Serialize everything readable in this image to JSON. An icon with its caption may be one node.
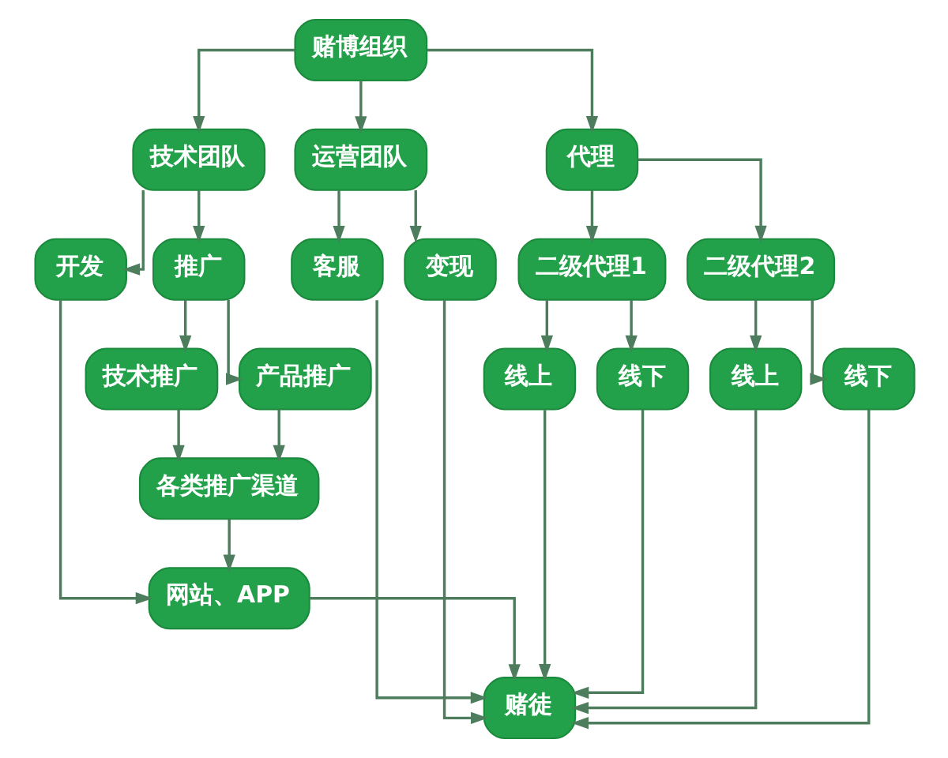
{
  "diagram": {
    "nodes": [
      {
        "text": [
          "赌博组织"
        ]
      },
      {
        "text": [
          "技术团队"
        ]
      },
      {
        "text": [
          "运营团队"
        ]
      },
      {
        "text": [
          "代理"
        ]
      },
      {
        "text": [
          "开发"
        ]
      },
      {
        "text": [
          "推广"
        ]
      },
      {
        "text": [
          "客服"
        ]
      },
      {
        "text": [
          "变现"
        ]
      },
      {
        "text": [
          "二级代理1"
        ]
      },
      {
        "text": [
          "二级代理2"
        ]
      },
      {
        "text": [
          "技术推广"
        ]
      },
      {
        "text": [
          "产品推广"
        ]
      },
      {
        "text": [
          "线上"
        ]
      },
      {
        "text": [
          "线下"
        ]
      },
      {
        "text": [
          "线上"
        ]
      },
      {
        "text": [
          "线下"
        ]
      },
      {
        "text": [
          "各类推广渠道"
        ]
      },
      {
        "text": [
          "网站、APP"
        ]
      },
      {
        "text": [
          "赌徒"
        ]
      }
    ],
    "edges": [
      {
        "from": 0,
        "to": 1,
        "arrow": "to"
      },
      {
        "from": 0,
        "to": 2,
        "arrow": "to"
      },
      {
        "from": 0,
        "to": 3,
        "arrow": "to"
      },
      {
        "from": 1,
        "to": 4,
        "arrow": "to"
      },
      {
        "from": 1,
        "to": 5,
        "arrow": "to"
      },
      {
        "from": 2,
        "to": 6,
        "arrow": "to"
      },
      {
        "from": 2,
        "to": 7,
        "arrow": "to"
      },
      {
        "from": 3,
        "to": 8,
        "arrow": "to"
      },
      {
        "from": 3,
        "to": 9,
        "arrow": "to"
      },
      {
        "from": 5,
        "to": 10,
        "arrow": "to"
      },
      {
        "from": 5,
        "to": 11,
        "arrow": "to"
      },
      {
        "from": 8,
        "to": 12,
        "arrow": "to"
      },
      {
        "from": 8,
        "to": 13,
        "arrow": "to"
      },
      {
        "from": 9,
        "to": 14,
        "arrow": "to"
      },
      {
        "from": 9,
        "to": 15,
        "arrow": "to"
      },
      {
        "from": 10,
        "to": 16,
        "arrow": "to"
      },
      {
        "from": 11,
        "to": 16,
        "arrow": "to"
      },
      {
        "from": 16,
        "to": 17,
        "arrow": "to"
      },
      {
        "from": 4,
        "to": 17,
        "arrow": "to"
      },
      {
        "from": 17,
        "to": 18,
        "arrow": "to"
      },
      {
        "from": 6,
        "to": 18,
        "arrow": "to"
      },
      {
        "from": 7,
        "to": 18,
        "arrow": "to"
      },
      {
        "from": 12,
        "to": 18,
        "arrow": "to"
      },
      {
        "from": 13,
        "to": 18,
        "arrow": "to"
      },
      {
        "from": 14,
        "to": 18,
        "arrow": "to"
      },
      {
        "from": 15,
        "to": 18,
        "arrow": "to"
      }
    ]
  }
}
